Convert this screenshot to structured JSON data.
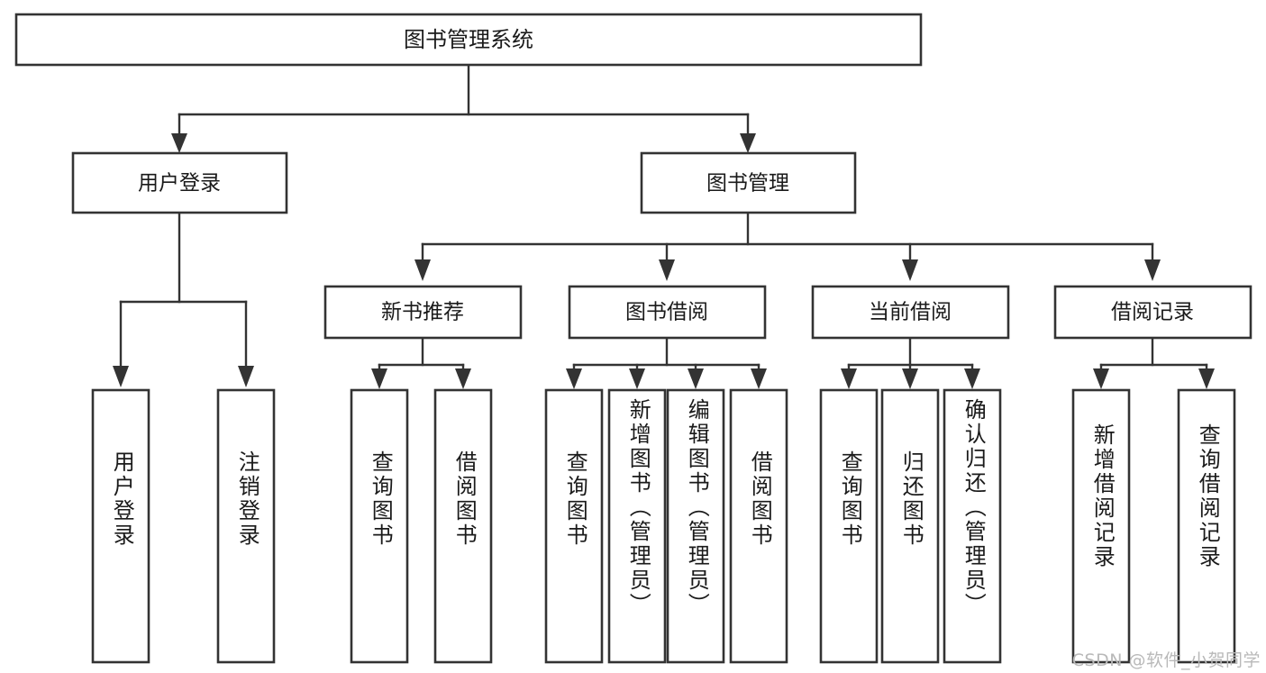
{
  "diagram": {
    "title": "图书管理系统",
    "watermark": "CSDN @软件_小贺同学",
    "colors": {
      "stroke": "#333333",
      "box_fill": "#ffffff",
      "text": "#1a1a1a",
      "background": "#ffffff",
      "watermark": "#b9b9b9"
    },
    "root": {
      "label": "图书管理系统"
    },
    "level2": [
      {
        "label": "用户登录"
      },
      {
        "label": "图书管理"
      }
    ],
    "level3": [
      {
        "label": "新书推荐"
      },
      {
        "label": "图书借阅"
      },
      {
        "label": "当前借阅"
      },
      {
        "label": "借阅记录"
      }
    ],
    "leaves": {
      "user_login": [
        {
          "label": "用户登录"
        },
        {
          "label": "注销登录"
        }
      ],
      "new_book_recommend": [
        {
          "label": "查询图书"
        },
        {
          "label": "借阅图书"
        }
      ],
      "book_borrow": [
        {
          "label": "查询图书"
        },
        {
          "label": "新增图书（管理员）"
        },
        {
          "label": "编辑图书（管理员）"
        },
        {
          "label": "借阅图书"
        }
      ],
      "current_borrow": [
        {
          "label": "查询图书"
        },
        {
          "label": "归还图书"
        },
        {
          "label": "确认归还（管理员）"
        }
      ],
      "borrow_record": [
        {
          "label": "新增借阅记录"
        },
        {
          "label": "查询借阅记录"
        }
      ]
    }
  }
}
